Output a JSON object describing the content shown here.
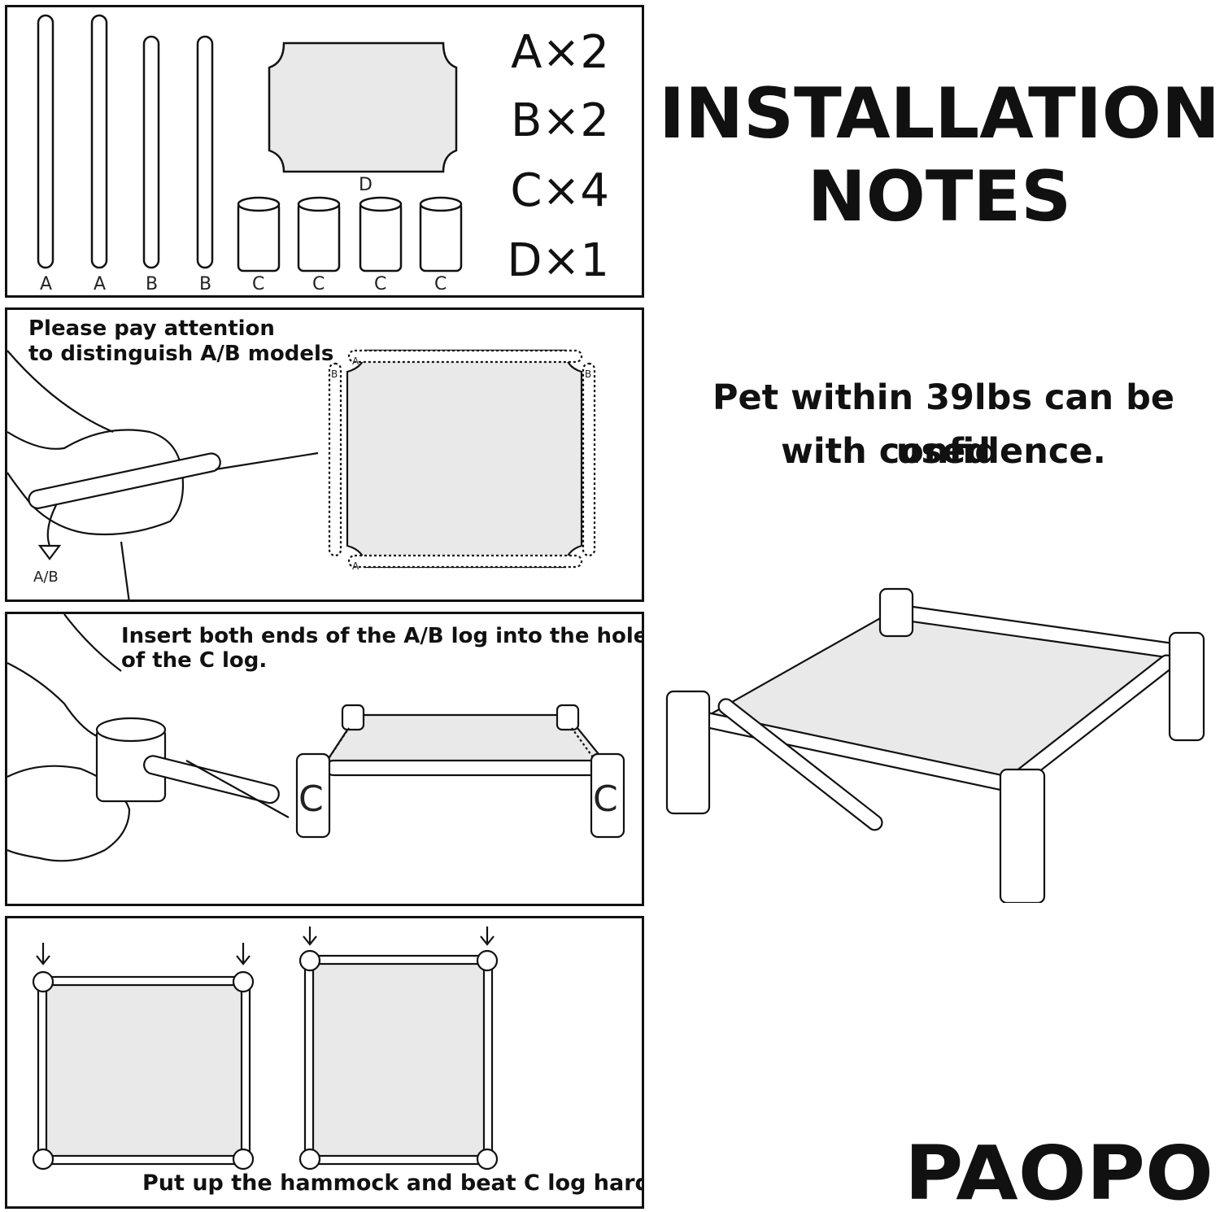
{
  "parts_panel": {
    "counts": [
      "A×2",
      "B×2",
      "C×4",
      "D×1"
    ],
    "rod_labels": [
      "A",
      "A",
      "B",
      "B"
    ],
    "cap_labels": [
      "C",
      "C",
      "C",
      "C"
    ],
    "hammock_label": "D"
  },
  "step1": {
    "caption_line1": "Please pay attention",
    "caption_line2": "to distinguish A/B models",
    "arrow_label": "A/B",
    "corner_labels": [
      "A",
      "B",
      "B",
      "A"
    ]
  },
  "step2": {
    "caption_line1": "Insert both ends of the A/B log into the hole",
    "caption_line2": "of the C log.",
    "leg_labels": [
      "C",
      "C"
    ]
  },
  "step3": {
    "caption": "Put up the hammock and beat C log hard"
  },
  "heading": {
    "line1": "INSTALLATION",
    "line2": "NOTES"
  },
  "note": {
    "line1": "Pet within 39lbs can be used",
    "line2": "with confidence."
  },
  "brand": {
    "logo_text": "PAOPO"
  },
  "colors": {
    "ink": "#111111",
    "fabric": "#e9e9e9",
    "background": "#ffffff"
  }
}
